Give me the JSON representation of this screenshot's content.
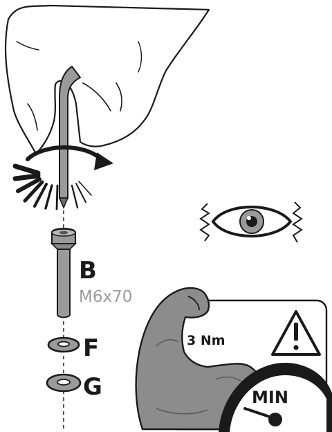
{
  "parts": [
    {
      "letter": "B",
      "size": "M6x70"
    },
    {
      "letter": "F"
    },
    {
      "letter": "G"
    }
  ],
  "torque_panel": {
    "value": "3 Nm",
    "gauge_label": "MIN"
  },
  "colors": {
    "line": "#1a1a1a",
    "metal": "#9a9a9a",
    "metal_dark": "#6e6e6e",
    "muscle": "#8c8c8c",
    "size_text": "#9a9a9a"
  },
  "icons": [
    "hand-icon",
    "allen-key-icon",
    "rotation-arrow-icon",
    "eye-icon",
    "bolt-icon",
    "washer-icon",
    "flexed-arm-icon",
    "warning-icon",
    "gauge-icon"
  ]
}
